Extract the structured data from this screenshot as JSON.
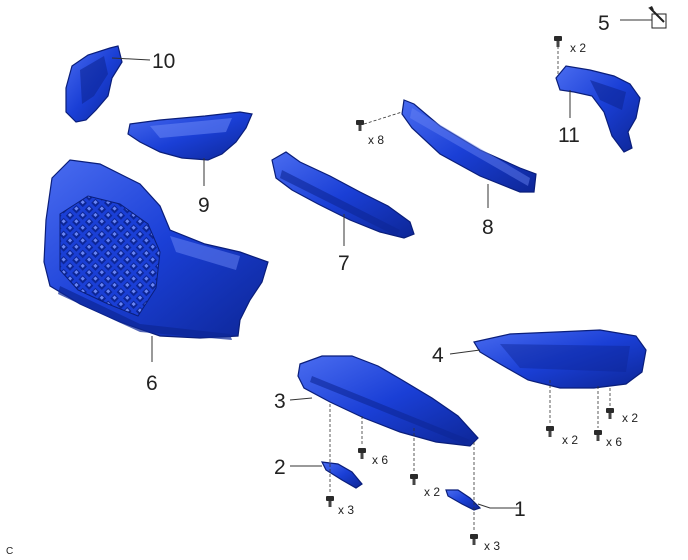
{
  "callouts": {
    "c1": "1",
    "c2": "2",
    "c3": "3",
    "c4": "4",
    "c5": "5",
    "c6": "6",
    "c7": "7",
    "c8": "8",
    "c9": "9",
    "c10": "10",
    "c11": "11"
  },
  "quantities": {
    "x2_top": "x 2",
    "x8": "x 8",
    "x6_under": "x 6",
    "x2_under": "x 2",
    "x3_left": "x 3",
    "x3_bottom": "x 3",
    "x2_right_a": "x 2",
    "x2_right_b": "x 2",
    "x6_right": "x 6"
  },
  "corner_label": "C",
  "colors": {
    "part_blue": "#1a3fd6",
    "part_dark": "#0d2696",
    "part_light": "#4a6cf0"
  },
  "icons": {
    "note": "pencil-note-icon",
    "fastener": "bolt-icon"
  }
}
